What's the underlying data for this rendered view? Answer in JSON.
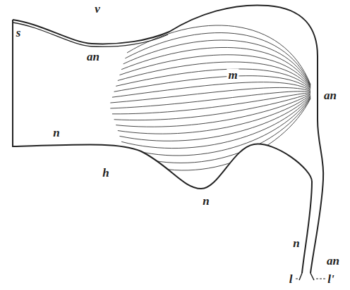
{
  "diagram": {
    "labels": [
      "v",
      "s",
      "an",
      "m",
      "an",
      "n",
      "h",
      "n",
      "n",
      "an",
      "l",
      "l'"
    ]
  }
}
